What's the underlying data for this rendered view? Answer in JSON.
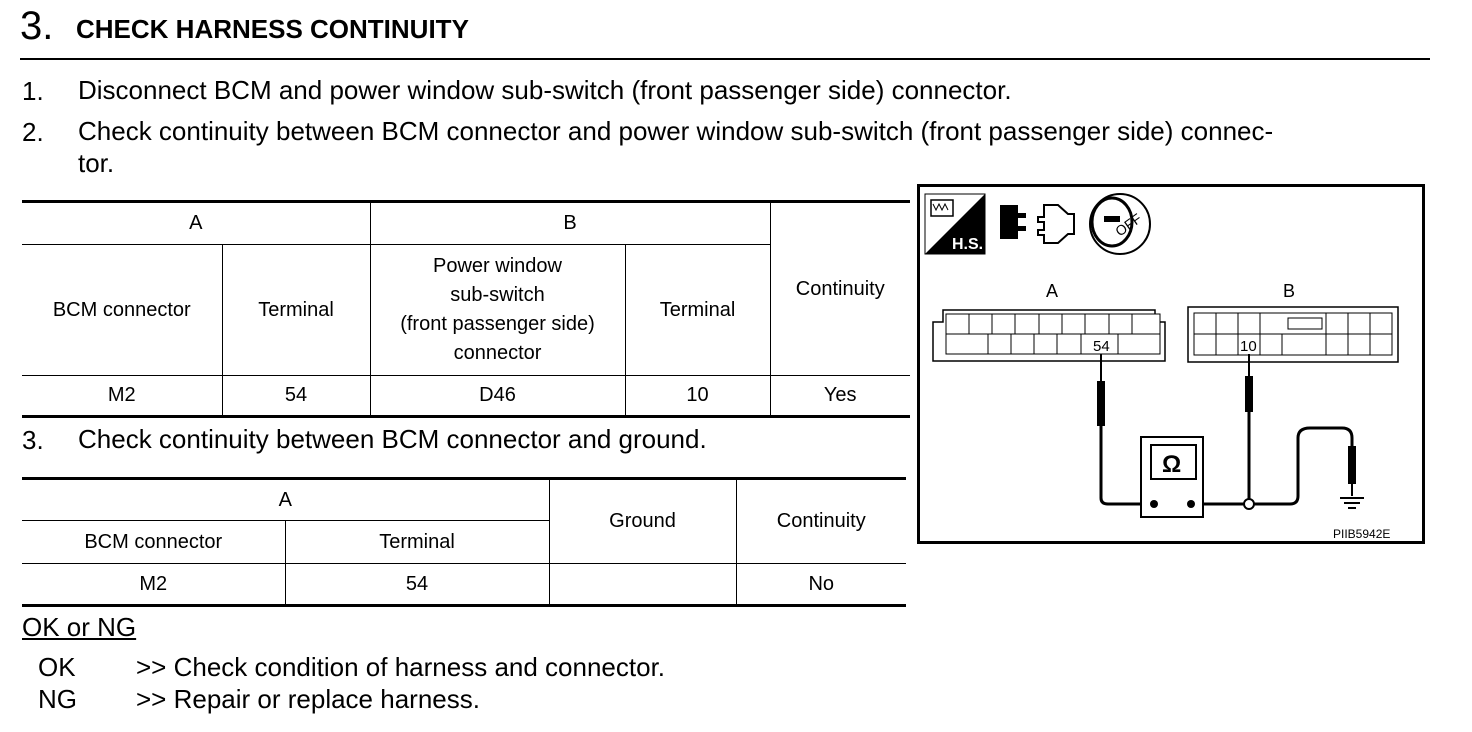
{
  "header": {
    "step_number": "3.",
    "title": "CHECK HARNESS CONTINUITY"
  },
  "steps": [
    {
      "num": "1.",
      "text": "Disconnect BCM and power window sub-switch (front passenger side) connector."
    },
    {
      "num": "2.",
      "text_line1": "Check continuity between BCM connector and power window sub-switch (front passenger side) connec-",
      "text_line2": "tor."
    },
    {
      "num": "3.",
      "text": "Check continuity between BCM connector and ground."
    }
  ],
  "table1": {
    "group_a": "A",
    "group_b": "B",
    "col_bcm": "BCM connector",
    "col_terminal_a": "Terminal",
    "col_pw_line1": "Power window",
    "col_pw_line2": "sub-switch",
    "col_pw_line3": "(front passenger side)",
    "col_pw_line4": "connector",
    "col_terminal_b": "Terminal",
    "col_continuity": "Continuity",
    "row": {
      "bcm": "M2",
      "terminal_a": "54",
      "pw": "D46",
      "terminal_b": "10",
      "continuity": "Yes"
    }
  },
  "table2": {
    "group_a": "A",
    "col_bcm": "BCM connector",
    "col_terminal": "Terminal",
    "col_ground": "Ground",
    "col_continuity": "Continuity",
    "row": {
      "bcm": "M2",
      "terminal": "54",
      "continuity": "No"
    }
  },
  "result": {
    "heading": "OK or NG",
    "ok_label": "OK",
    "ok_text": ">> Check condition of harness and connector.",
    "ng_label": "NG",
    "ng_text": ">> Repair or replace harness."
  },
  "diagram": {
    "hs_label": "H.S.",
    "off_label": "OFF",
    "connector_a_label": "A",
    "connector_b_label": "B",
    "terminal_a": "54",
    "terminal_b": "10",
    "meter_symbol": "Ω",
    "figure_code": "PIIB5942E",
    "icons": [
      "harness-side-icon",
      "connector-disconnect-icon",
      "ignition-off-icon",
      "ohmmeter-icon",
      "ground-icon"
    ]
  }
}
